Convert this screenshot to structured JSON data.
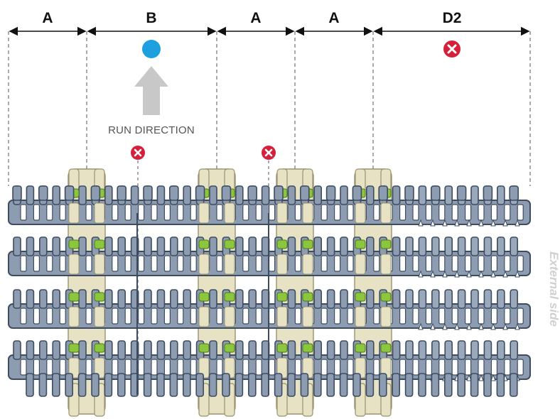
{
  "sections": [
    {
      "label": "A"
    },
    {
      "label": "B",
      "marker": "blue-dot"
    },
    {
      "label": "A"
    },
    {
      "label": "A"
    },
    {
      "label": "D2",
      "marker": "red-cross"
    }
  ],
  "run_direction_label": "RUN DIRECTION",
  "side_label": "External side",
  "colors": {
    "belt": "#8d9cb1",
    "belt_dark": "#3e4c60",
    "sprocket": "#e7e2c3",
    "sprocket_outline": "#9a9270",
    "tooth_contact": "#8cc63f",
    "arrow": "#c8c8c8",
    "marker_blue": "#1e9fe0",
    "marker_red": "#d61f3b",
    "side_label": "#d0d0d0"
  },
  "icons": {
    "ok_marker": "blue-dot",
    "no_marker": "red-cross-circle",
    "direction": "up-arrow"
  }
}
